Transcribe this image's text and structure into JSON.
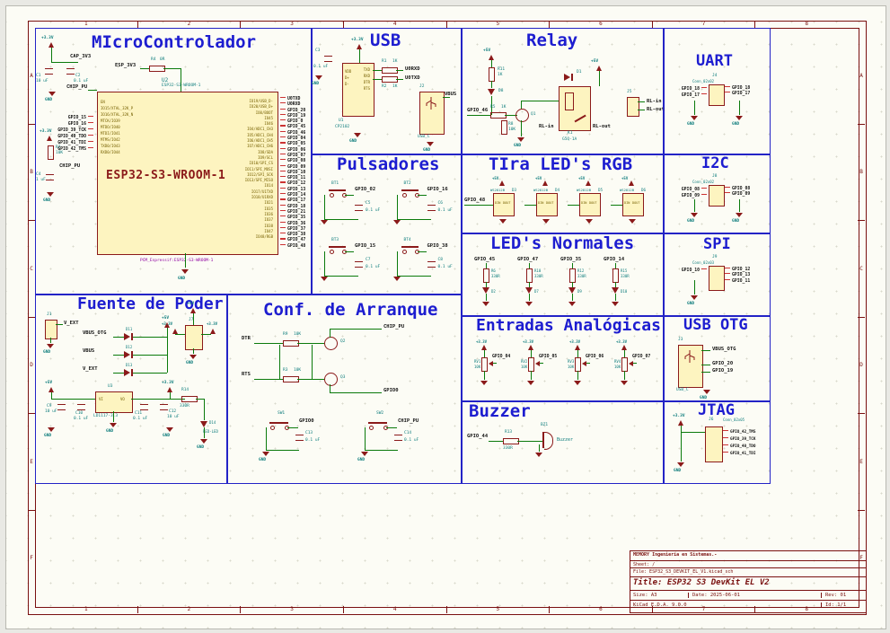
{
  "colors": {
    "section_border": "#2323c6",
    "section_title": "#1d1dd0",
    "wire_green": "#0b7a0b",
    "symbol_maroon": "#8b1a1a",
    "symbol_fill": "#fdf4c0",
    "ref_teal": "#0e7d7d",
    "net_label": "#131313",
    "frame_maroon": "#7a1010",
    "footprint_purple": "#8f00a0"
  },
  "frame": {
    "cols": [
      "1",
      "2",
      "3",
      "4",
      "5",
      "6",
      "7",
      "8"
    ],
    "rows": [
      "A",
      "B",
      "C",
      "D",
      "E",
      "F"
    ]
  },
  "title_block": {
    "company": "MEMORY  Ingeniería en Sistemas.-",
    "sheet_label": "Sheet: /",
    "file_label": "File: ESP32_S3_DEVKIT_EL_V1.kicad_sch",
    "title_label": "Title: ESP32 S3 DevKit EL V2",
    "size_label": "Size: A3",
    "date_label": "Date: 2025-06-01",
    "rev_label": "Rev: 01",
    "tool_label": "KiCad E.D.A.  9.0.0",
    "id_label": "Id: 1/1"
  },
  "micro": {
    "title": "MIcroControlador",
    "ref": "U2",
    "value": "ESP32-S3-WROOM-1",
    "chip_name": "ESP32-S3-WROOM-1",
    "footprint": "PCM_Espressif:ESP32-S3-WROOM-1",
    "v33": "+3.3V",
    "cap_net": "CAP_3V3",
    "c1_ref": "C1",
    "c1_val": "10 uF",
    "c2_ref": "C2",
    "c2_val": "0.1 uF",
    "en_net": "CHIP_PU",
    "r7_ref": "R7",
    "r7_val": "10K",
    "c4_ref": "C4",
    "c4_val": "1 uF",
    "esp3v3_net": "ESP_3V3",
    "r4_ref": "R4",
    "r4_val": "0R",
    "gnd": "GND",
    "left_labels": [
      "GPIO_15",
      "GPIO_16",
      "GPIO_39_TCK",
      "GPIO_40_TDO",
      "GPIO_41_TDI",
      "GPIO_42_TMS"
    ],
    "left_pin_names": [
      "EN",
      "IO15/XTAL_32K_P",
      "IO16/XTAL_32K_N",
      "MTCK/IO39",
      "MTDO/IO40",
      "MTDI/IO41",
      "MTMS/IO42",
      "TXD0/IO43",
      "RXD0/IO44"
    ],
    "right_pin_names": [
      "IO19/USB_D-",
      "IO20/USB_D+",
      "IO0/BOOT",
      "IO45",
      "IO46",
      "IO4/ADC1_CH3",
      "IO5/ADC1_CH4",
      "IO6/ADC1_CH5",
      "IO7/ADC1_CH6",
      "IO8/SDA",
      "IO9/SCL",
      "IO10/SPI_CS",
      "IO11/SPI_MOSI",
      "IO12/SPI_SCK",
      "IO13/SPI_MISO",
      "IO14",
      "IO17/U1TXD",
      "IO18/U1RXD",
      "IO21",
      "IO35",
      "IO36",
      "IO37",
      "IO38",
      "IO47",
      "IO48/RGB"
    ],
    "right_labels": [
      "U0TXD",
      "U0RXD",
      "GPIO_20",
      "GPIO_19",
      "GPIO_0",
      "GPIO_45",
      "GPIO_46",
      "GPIO_04",
      "GPIO_05",
      "GPIO_06",
      "GPIO_07",
      "GPIO_08",
      "GPIO_09",
      "GPIO_10",
      "GPIO_11",
      "GPIO_12",
      "GPIO_13",
      "GPIO_14",
      "GPIO_17",
      "GPIO_18",
      "GPIO_21",
      "GPIO_35",
      "GPIO_36",
      "GPIO_37",
      "GPIO_38",
      "GPIO_47",
      "GPIO_48"
    ]
  },
  "usb": {
    "title": "USB",
    "v33": "+3.3V",
    "c3_ref": "C3",
    "c3_val": "0.1 uF",
    "u1_ref": "U1",
    "u1_val": "CP2102",
    "u1_pins_l": [
      "VDD",
      "D+",
      "D-"
    ],
    "u1_pins_r": [
      "TXD",
      "RXD",
      "DTR",
      "RTS"
    ],
    "r1_ref": "R1",
    "r1_val": "1K",
    "r2_ref": "R2",
    "r2_val": "1K",
    "rx_net": "U0RXD",
    "tx_net": "U0TXD",
    "j2_ref": "J2",
    "j2_val": "USB_C",
    "vbus_net": "VBUS",
    "gnd": "GND"
  },
  "relay": {
    "title": "Relay",
    "v5": "+5V",
    "r11_ref": "R11",
    "r11_val": "1K",
    "d8_ref": "D8",
    "in_net": "GPIO_46",
    "r5_ref": "R5",
    "r5_val": "1K",
    "q1_ref": "Q1",
    "r8_ref": "R8",
    "r8_val": "10K",
    "d1_ref": "D1",
    "k1_ref": "K1",
    "k1_val": "G5Q-1A",
    "j5_ref": "J5",
    "out1": "RL-in",
    "out2": "RL-out",
    "gnd": "GND"
  },
  "uart": {
    "title": "UART",
    "ref": "J4",
    "val": "Conn_02x02",
    "left": [
      "GPIO_18",
      "GPIO_17"
    ],
    "right": [
      "GPIO_18",
      "GPIO_17"
    ],
    "gnd": "GND"
  },
  "i2c": {
    "title": "I2C",
    "ref": "J8",
    "val": "Conn_02x02",
    "left": [
      "GPIO_08",
      "GPIO_09"
    ],
    "right": [
      "GPIO_08",
      "GPIO_09"
    ],
    "gnd": "GND"
  },
  "spi": {
    "title": "SPI",
    "ref": "J9",
    "val": "Conn_02x03",
    "left": [
      "GPIO_10"
    ],
    "right": [
      "GPIO_12",
      "GPIO_13",
      "GPIO_11"
    ],
    "gnd": "GND"
  },
  "usb_otg": {
    "title": "USB OTG",
    "ref": "J3",
    "val": "USB_C",
    "vbus_net": "VBUS_OTG",
    "dp_net": "GPIO_20",
    "dm_net": "GPIO_19",
    "gnd": "GND"
  },
  "jtag": {
    "title": "JTAG",
    "v33": "+3.3V",
    "ref": "J6",
    "val": "Conn_02x05",
    "labels": [
      "GPIO_42_TMS",
      "GPIO_39_TCK",
      "GPIO_40_TDO",
      "GPIO_41_TDI"
    ],
    "gnd": "GND"
  },
  "pulsadores": {
    "title": "Pulsadores",
    "gnd": "GND",
    "items": [
      {
        "ref": "BT1",
        "net": "GPIO_02",
        "cap_ref": "C5",
        "cap_val": "0.1 uF"
      },
      {
        "ref": "BT2",
        "net": "GPIO_16",
        "cap_ref": "C6",
        "cap_val": "0.1 uF"
      },
      {
        "ref": "BT3",
        "net": "GPIO_15",
        "cap_ref": "C7",
        "cap_val": "0.1 uF"
      },
      {
        "ref": "BT4",
        "net": "GPIO_38",
        "cap_ref": "C8",
        "cap_val": "0.1 uF"
      }
    ]
  },
  "rgb": {
    "title": "TIra LED's RGB",
    "in_net": "GPIO_48",
    "gnd": "GND",
    "items": [
      {
        "ref": "D3",
        "val": "WS2812B",
        "v5": "+5V",
        "din": "DIN",
        "dout": "DOUT"
      },
      {
        "ref": "D4",
        "val": "WS2812B",
        "v5": "+5V",
        "din": "DIN",
        "dout": "DOUT"
      },
      {
        "ref": "D5",
        "val": "WS2812B",
        "v5": "+5V",
        "din": "DIN",
        "dout": "DOUT"
      },
      {
        "ref": "D6",
        "val": "WS2812B",
        "v5": "+5V",
        "din": "DIN",
        "dout": "DOUT"
      }
    ]
  },
  "leds": {
    "title": "LED's Normales",
    "gnd": "GND",
    "items": [
      {
        "net": "GPIO_45",
        "r_ref": "R6",
        "r_val": "330R",
        "d_ref": "D2"
      },
      {
        "net": "GPIO_47",
        "r_ref": "R10",
        "r_val": "330R",
        "d_ref": "D7"
      },
      {
        "net": "GPIO_35",
        "r_ref": "R12",
        "r_val": "330R",
        "d_ref": "D9"
      },
      {
        "net": "GPIO_14",
        "r_ref": "R15",
        "r_val": "330R",
        "d_ref": "D10"
      }
    ]
  },
  "analog": {
    "title": "Entradas Analógicas",
    "gnd": "GND",
    "items": [
      {
        "ref": "RV1",
        "val": "10K",
        "net": "GPIO_04",
        "v33": "+3.3V"
      },
      {
        "ref": "RV2",
        "val": "10K",
        "net": "GPIO_05",
        "v33": "+3.3V"
      },
      {
        "ref": "RV3",
        "val": "10K",
        "net": "GPIO_06",
        "v33": "+3.3V"
      },
      {
        "ref": "RV4",
        "val": "10K",
        "net": "GPIO_07",
        "v33": "+3.3V"
      }
    ]
  },
  "buzzer": {
    "title": "Buzzer",
    "in_net": "GPIO_44",
    "r13_ref": "R13",
    "r13_val": "330R",
    "bz_ref": "BZ1",
    "bz_val": "Buzzer"
  },
  "fuente": {
    "title": "Fuente de Poder",
    "j1_ref": "J1",
    "j1_net": "V_EXT",
    "gnd": "GND",
    "v5": "+5V",
    "v33": "+3.3V",
    "diodes": [
      {
        "ref": "D11",
        "net": "VBUS_OTG"
      },
      {
        "ref": "D12",
        "net": "VBUS"
      },
      {
        "ref": "D13",
        "net": "V_EXT"
      }
    ],
    "j7_ref": "J7",
    "u3_ref": "U3",
    "u3_val": "LD1117-3.3",
    "u3_in": "VI",
    "u3_out": "VO",
    "c9_ref": "C9",
    "c9_val": "10 uF",
    "c10_ref": "C10",
    "c10_val": "0.1 uF",
    "c11_ref": "C11",
    "c11_val": "0.1 uF",
    "c12_ref": "C12",
    "c12_val": "10 uF",
    "r14_ref": "R14",
    "r14_val": "330R",
    "d14_ref": "D14",
    "d14_val": "RED-LED"
  },
  "arranque": {
    "title": "Conf. de Arranque",
    "dtr_net": "DTR",
    "rts_net": "RTS",
    "r9_ref": "R9",
    "r9_val": "10K",
    "r3_ref": "R3",
    "r3_val": "10K",
    "q2_ref": "Q2",
    "q3_ref": "Q3",
    "en_net": "CHIP_PU",
    "io0_net": "GPIO0",
    "gnd": "GND",
    "sw1_ref": "SW1",
    "c13_ref": "C13",
    "c13_val": "0.1 uF",
    "sw2_ref": "SW2",
    "c14_ref": "C14",
    "c14_val": "0.1 uF"
  }
}
